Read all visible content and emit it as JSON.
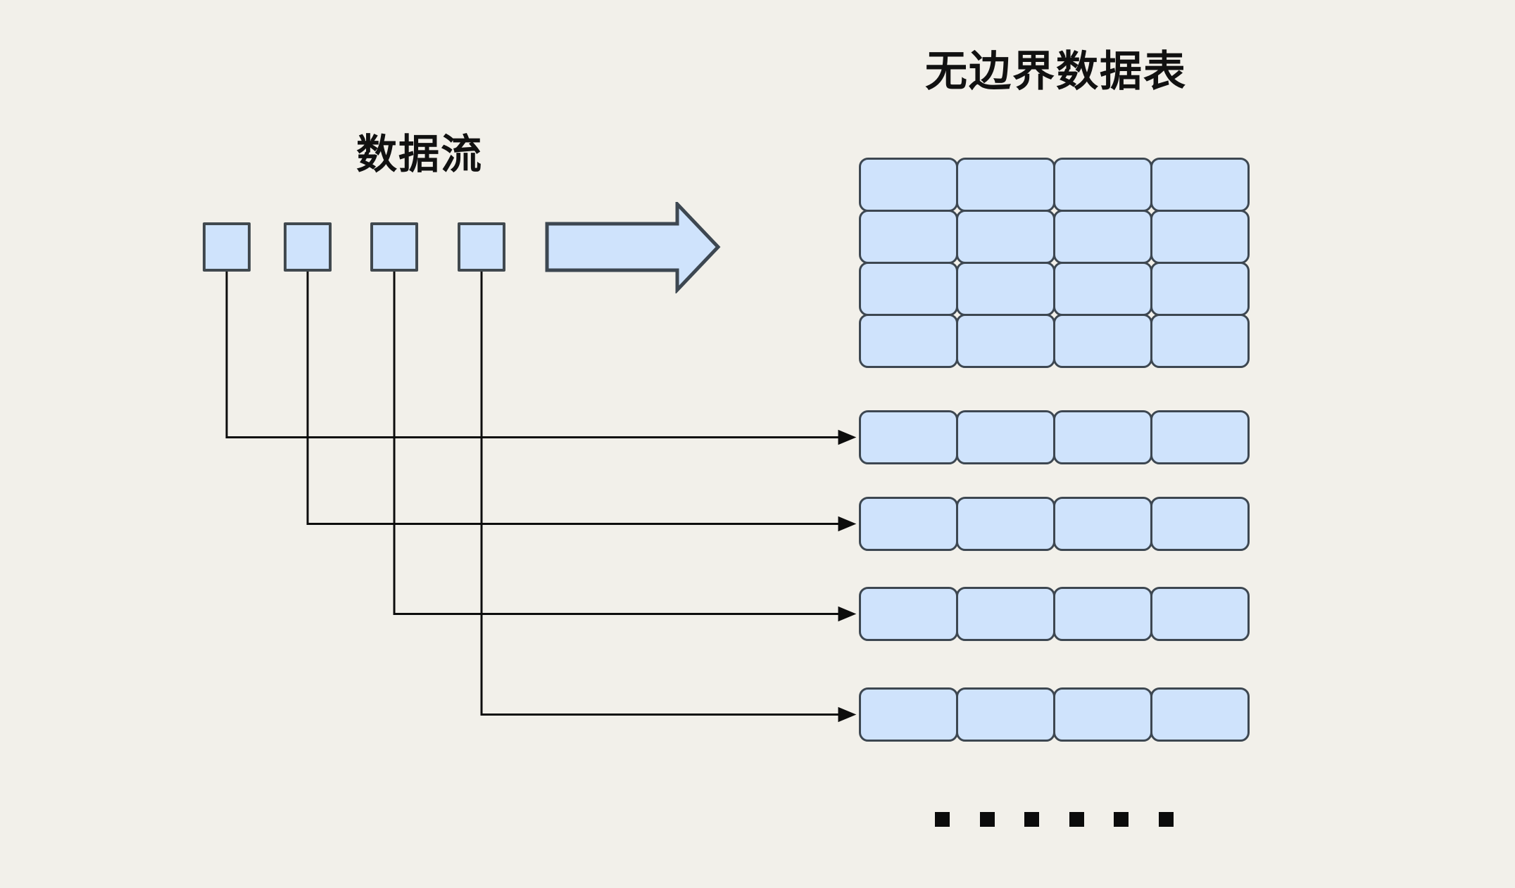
{
  "diagram": {
    "title": "无边界数据表",
    "stream_label": "数据流",
    "stream": {
      "item_count": 4
    },
    "flow_arrow": {
      "direction": "right"
    },
    "table": {
      "grid_rows": 4,
      "grid_cols": 4,
      "appended_row_count": 4,
      "appended_row_cols": 4
    },
    "ellipsis": {
      "dot_count": 6
    },
    "colors": {
      "background": "#f2f0ea",
      "shape_fill": "#cfe3fc",
      "shape_stroke": "#3d4751",
      "connector_line": "#0d0d0d",
      "text": "#111111",
      "dot": "#0b0b0b"
    }
  }
}
